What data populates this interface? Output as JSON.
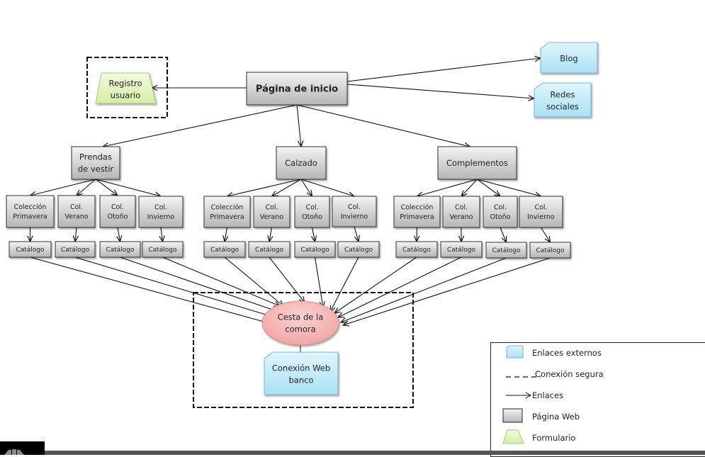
{
  "diagram": {
    "title": "Mapa de navegación web",
    "nodes": {
      "home": "Página de inicio",
      "registro": [
        "Registro",
        "usuario"
      ],
      "blog": "Blog",
      "redes": [
        "Redes",
        "sociales"
      ],
      "categories": [
        {
          "id": "prendas",
          "label": [
            "Prendas",
            "de vestir"
          ],
          "collections": [
            {
              "label": [
                "Colección",
                "Primavera"
              ],
              "catalog": "Catálogo"
            },
            {
              "label": [
                "Col.",
                "Verano"
              ],
              "catalog": "Catálogo"
            },
            {
              "label": [
                "Col.",
                "Otoño"
              ],
              "catalog": "Catálogo"
            },
            {
              "label": [
                "Col.",
                "Invierno"
              ],
              "catalog": "Catálogo"
            }
          ]
        },
        {
          "id": "calzado",
          "label": [
            "Calzado"
          ],
          "collections": [
            {
              "label": [
                "Colección",
                "Primavera"
              ],
              "catalog": "Catálogo"
            },
            {
              "label": [
                "Col.",
                "Verano"
              ],
              "catalog": "Catálogo"
            },
            {
              "label": [
                "Col.",
                "Otoño"
              ],
              "catalog": "Catálogo"
            },
            {
              "label": [
                "Col.",
                "Invierno"
              ],
              "catalog": "Catálogo"
            }
          ]
        },
        {
          "id": "complementos",
          "label": [
            "Complementos"
          ],
          "collections": [
            {
              "label": [
                "Colección",
                "Primavera"
              ],
              "catalog": "Catálogo"
            },
            {
              "label": [
                "Col.",
                "Verano"
              ],
              "catalog": "Catálogo"
            },
            {
              "label": [
                "Col.",
                "Otoño"
              ],
              "catalog": "Catálogo"
            },
            {
              "label": [
                "Col.",
                "Invierno"
              ],
              "catalog": "Catálogo"
            }
          ]
        }
      ],
      "cesta": [
        "Cesta de la",
        "comora"
      ],
      "banco": [
        "Conexión Web",
        "banco"
      ]
    },
    "colors": {
      "page_fill_top": "#f2f2f2",
      "page_fill_bottom": "#b8b8b8",
      "external_fill": "#bfe9f7",
      "external_stroke": "#79b8cf",
      "form_fill": "#e4f5c4",
      "form_stroke": "#a9c77a",
      "cesta_fill": "#f7b6b5",
      "cesta_stroke": "#d98c8a",
      "line": "#111111"
    }
  },
  "legend": {
    "items": [
      {
        "icon": "external-link-shape",
        "label": "Enlaces externos"
      },
      {
        "icon": "dashed-line",
        "label": "Conexión segura"
      },
      {
        "icon": "arrow",
        "label": "Enlaces"
      },
      {
        "icon": "web-page-box",
        "label": "Página Web"
      },
      {
        "icon": "form-trapezoid",
        "label": "Formulario"
      }
    ]
  }
}
